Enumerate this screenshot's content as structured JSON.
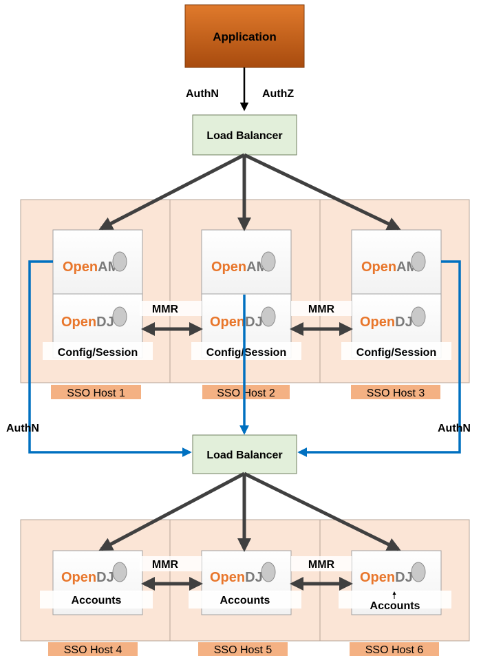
{
  "application": {
    "label": "Application",
    "color": "#c55a11"
  },
  "top_flow": {
    "left_label": "AuthN",
    "right_label": "AuthZ"
  },
  "load_balancer_top": {
    "label": "Load Balancer"
  },
  "load_balancer_bottom": {
    "label": "Load Balancer"
  },
  "colors": {
    "host_panel": "#fbe5d6",
    "host_label_bg": "#f4b183",
    "balancer_fill": "#e2efda",
    "arrow_dark": "#404040",
    "arrow_blue": "#0070c0"
  },
  "sso_tier": {
    "replication_labels": [
      "MMR",
      "MMR"
    ],
    "hosts": [
      {
        "name": "SSO Host 1",
        "am_logo": {
          "prefix": "Open",
          "suffix": "AM"
        },
        "dj_logo": {
          "prefix": "Open",
          "suffix": "DJ"
        },
        "store": "Config/Session"
      },
      {
        "name": "SSO Host 2",
        "am_logo": {
          "prefix": "Open",
          "suffix": "AM"
        },
        "dj_logo": {
          "prefix": "Open",
          "suffix": "DJ"
        },
        "store": "Config/Session"
      },
      {
        "name": "SSO Host 3",
        "am_logo": {
          "prefix": "Open",
          "suffix": "AM"
        },
        "dj_logo": {
          "prefix": "Open",
          "suffix": "DJ"
        },
        "store": "Config/Session"
      }
    ]
  },
  "authn_side_labels": {
    "left": "AuthN",
    "right": "AuthN"
  },
  "accounts_tier": {
    "replication_labels": [
      "MMR",
      "MMR"
    ],
    "hosts": [
      {
        "name": "SSO Host 4",
        "dj_logo": {
          "prefix": "Open",
          "suffix": "DJ"
        },
        "store": "Accounts"
      },
      {
        "name": "SSO Host 5",
        "dj_logo": {
          "prefix": "Open",
          "suffix": "DJ"
        },
        "store": "Accounts"
      },
      {
        "name": "SSO Host 6",
        "dj_logo": {
          "prefix": "Open",
          "suffix": "DJ"
        },
        "store": "Accounts"
      }
    ]
  }
}
